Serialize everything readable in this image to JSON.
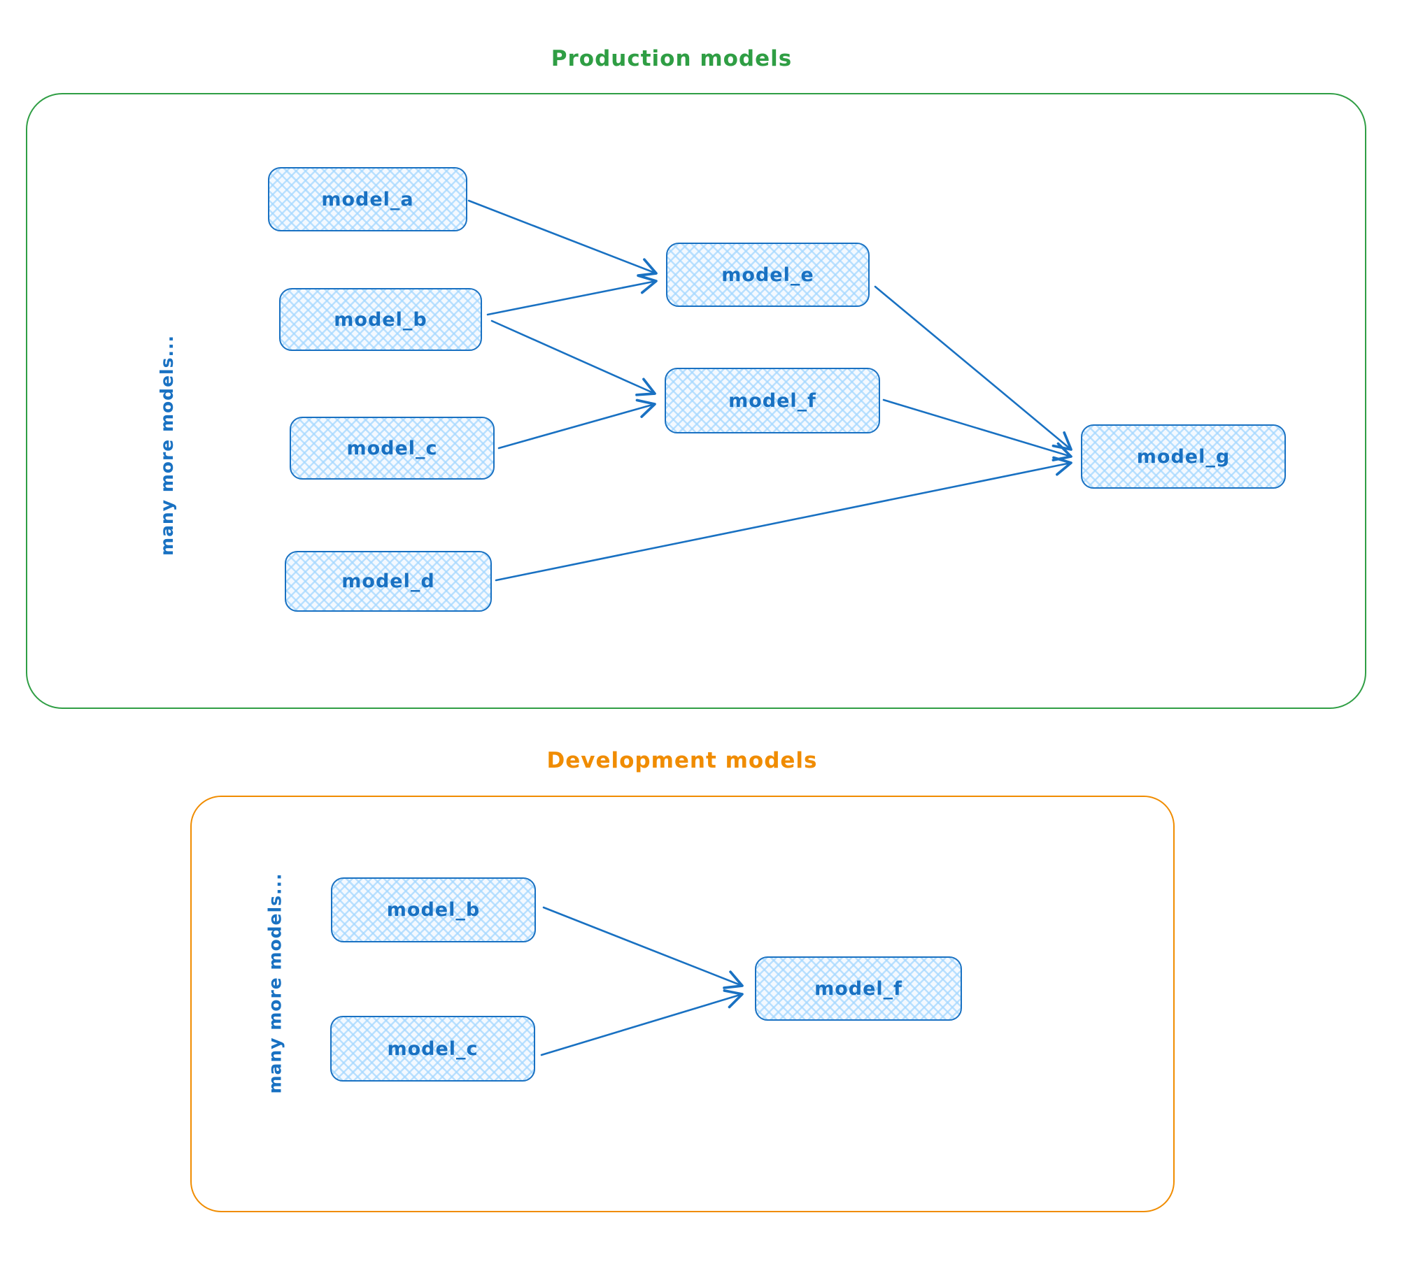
{
  "diagram": {
    "style": {
      "node_stroke_color": "#1971c2",
      "node_fill_color": "#a5d8ff",
      "arrow_color": "#1971c2",
      "production_accent_color": "#2f9e44",
      "development_accent_color": "#f08c00"
    },
    "sections": [
      {
        "id": "production",
        "title": "Production models",
        "side_label": "many more models...",
        "nodes": [
          {
            "id": "model_a",
            "label": "model_a"
          },
          {
            "id": "model_b",
            "label": "model_b"
          },
          {
            "id": "model_c",
            "label": "model_c"
          },
          {
            "id": "model_d",
            "label": "model_d"
          },
          {
            "id": "model_e",
            "label": "model_e"
          },
          {
            "id": "model_f",
            "label": "model_f"
          },
          {
            "id": "model_g",
            "label": "model_g"
          }
        ],
        "edges": [
          {
            "from": "model_a",
            "to": "model_e"
          },
          {
            "from": "model_b",
            "to": "model_e"
          },
          {
            "from": "model_b",
            "to": "model_f"
          },
          {
            "from": "model_c",
            "to": "model_f"
          },
          {
            "from": "model_e",
            "to": "model_g"
          },
          {
            "from": "model_f",
            "to": "model_g"
          },
          {
            "from": "model_d",
            "to": "model_g"
          }
        ]
      },
      {
        "id": "development",
        "title": "Development models",
        "side_label": "many more models...",
        "nodes": [
          {
            "id": "model_b",
            "label": "model_b"
          },
          {
            "id": "model_c",
            "label": "model_c"
          },
          {
            "id": "model_f",
            "label": "model_f"
          }
        ],
        "edges": [
          {
            "from": "model_b",
            "to": "model_f"
          },
          {
            "from": "model_c",
            "to": "model_f"
          }
        ]
      }
    ]
  }
}
